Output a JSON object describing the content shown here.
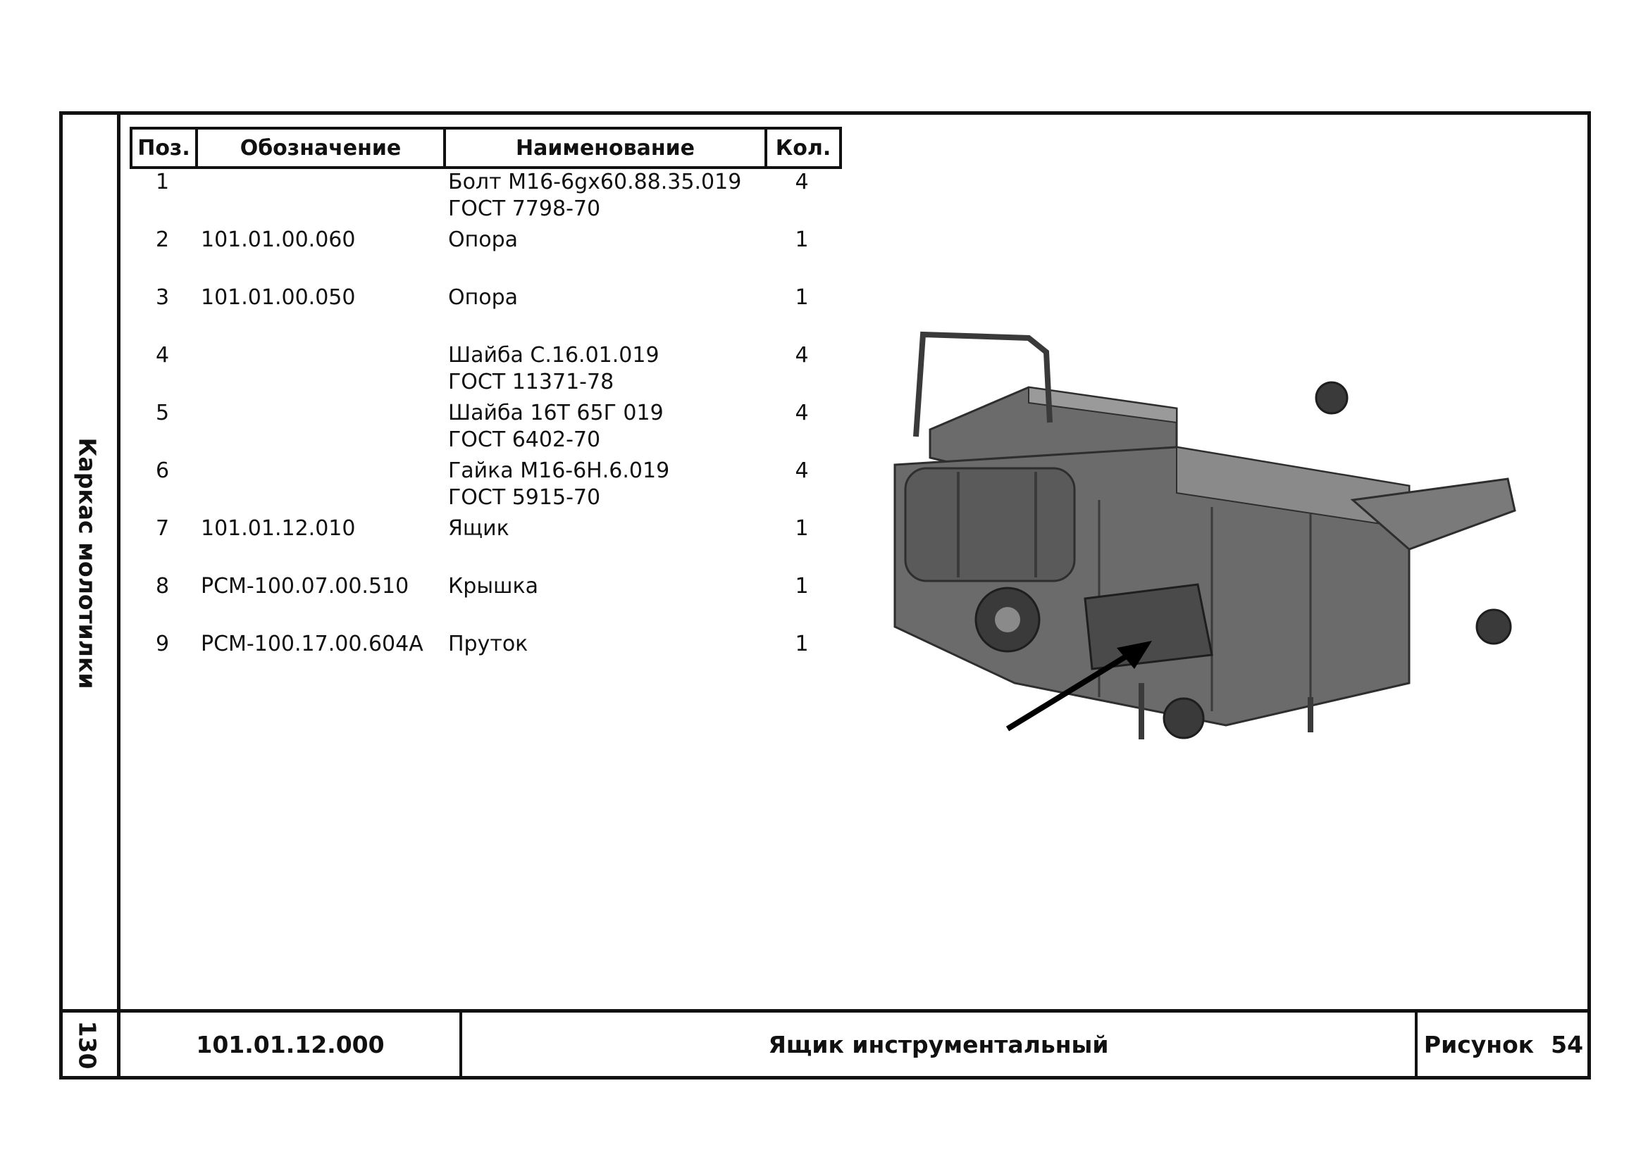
{
  "side_title": "Каркас молотилки",
  "page_number": "130",
  "footer": {
    "doc_code": "101.01.12.000",
    "doc_title": "Ящик инструментальный",
    "figure_label": "Рисунок",
    "figure_number": "54"
  },
  "table": {
    "headers": [
      "Поз.",
      "Обозначение",
      "Наименование",
      "Кол."
    ],
    "rows": [
      {
        "pos": "1",
        "code": "",
        "name_line1": "Болт М16-6gx60.88.35.019",
        "name_line2": "ГОСТ 7798-70",
        "qty": "4"
      },
      {
        "pos": "2",
        "code": "101.01.00.060",
        "name_line1": "Опора",
        "name_line2": "",
        "qty": "1"
      },
      {
        "pos": "3",
        "code": "101.01.00.050",
        "name_line1": "Опора",
        "name_line2": "",
        "qty": "1"
      },
      {
        "pos": "4",
        "code": "",
        "name_line1": "Шайба С.16.01.019",
        "name_line2": "ГОСТ 11371-78",
        "qty": "4"
      },
      {
        "pos": "5",
        "code": "",
        "name_line1": "Шайба 16Т 65Г 019",
        "name_line2": "ГОСТ 6402-70",
        "qty": "4"
      },
      {
        "pos": "6",
        "code": "",
        "name_line1": "Гайка М16-6Н.6.019",
        "name_line2": "ГОСТ 5915-70",
        "qty": "4"
      },
      {
        "pos": "7",
        "code": "101.01.12.010",
        "name_line1": "Ящик",
        "name_line2": "",
        "qty": "1"
      },
      {
        "pos": "8",
        "code": "РСМ-100.07.00.510",
        "name_line1": "Крышка",
        "name_line2": "",
        "qty": "1"
      },
      {
        "pos": "9",
        "code": "РСМ-100.17.00.604А",
        "name_line1": "Пруток",
        "name_line2": "",
        "qty": "1"
      }
    ]
  },
  "illustration": {
    "icon": "threshing-machine-frame-illustration",
    "colors": {
      "body": "#6b6b6b",
      "dark": "#3a3a3a",
      "light": "#9a9a9a"
    }
  }
}
